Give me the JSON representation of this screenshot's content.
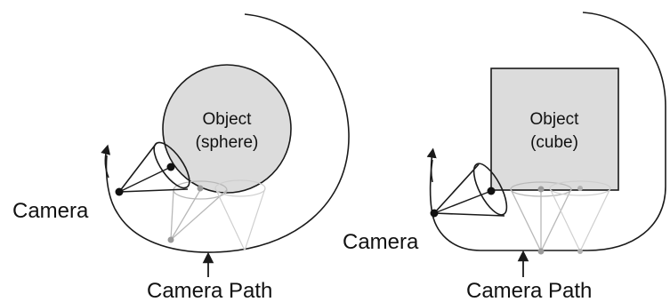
{
  "panels": [
    {
      "id": "sphere",
      "object_line1": "Object",
      "object_line2": "(sphere)",
      "camera_label": "Camera",
      "path_label": "Camera Path"
    },
    {
      "id": "cube",
      "object_line1": "Object",
      "object_line2": "(cube)",
      "camera_label": "Camera",
      "path_label": "Camera Path"
    }
  ],
  "colors": {
    "stroke": "#1a1a1a",
    "object_fill": "#dcdcdc",
    "faded_stroke": "#b8b8b8",
    "faded_dot": "#9a9a9a",
    "background": "#ffffff"
  }
}
